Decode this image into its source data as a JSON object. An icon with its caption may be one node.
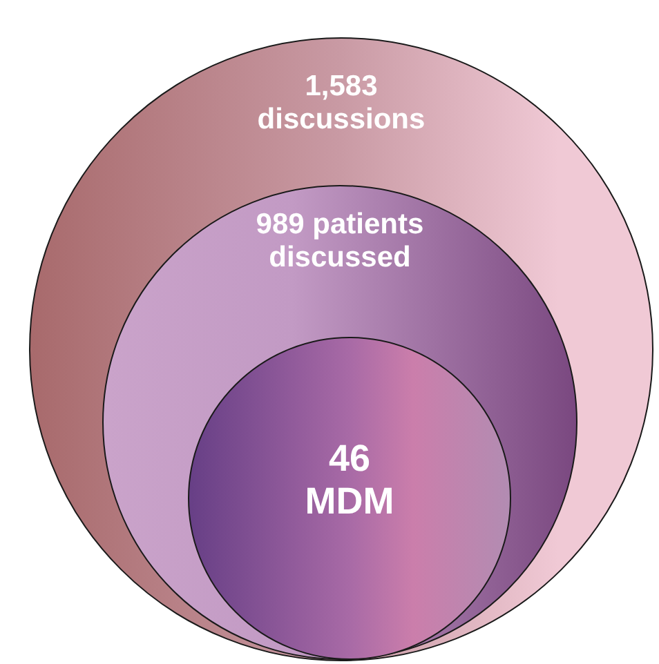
{
  "diagram": {
    "nodes": [
      {
        "text": [
          "1,583 discussions"
        ]
      },
      {
        "text": [
          "989 patients discussed"
        ],
        "in": 0
      },
      {
        "text": [
          "46 MDM"
        ],
        "in": 1
      }
    ]
  }
}
